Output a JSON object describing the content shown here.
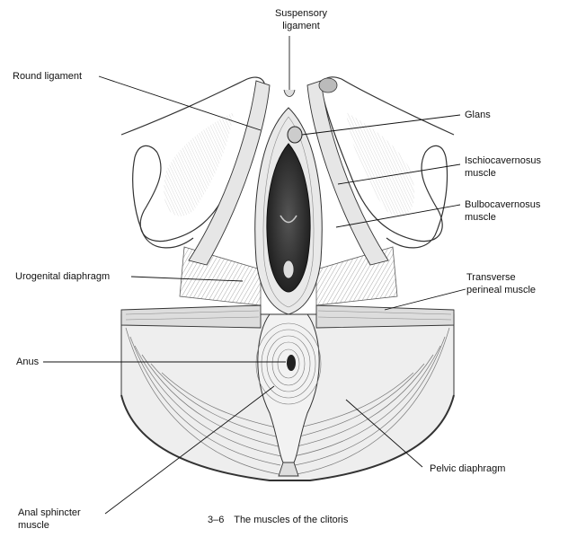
{
  "labels": {
    "suspensory_ligament": "Suspensory\nligament",
    "round_ligament": "Round ligament",
    "glans": "Glans",
    "ischiocavernosus_muscle": "Ischiocavernosus\nmuscle",
    "bulbocavernosus_muscle": "Bulbocavernosus\nmuscle",
    "urogenital_diaphragm": "Urogenital diaphragm",
    "transverse_perineal_muscle": "Transverse\nperineal muscle",
    "anus": "Anus",
    "pelvic_diaphragm": "Pelvic diaphragm",
    "anal_sphincter_muscle": "Anal sphincter\nmuscle"
  },
  "caption": {
    "number": "3–6",
    "text": "The muscles of the clitoris"
  },
  "colors": {
    "ink": "#1a1a1a",
    "shade": "#9a9a9a",
    "paper": "#ffffff"
  }
}
